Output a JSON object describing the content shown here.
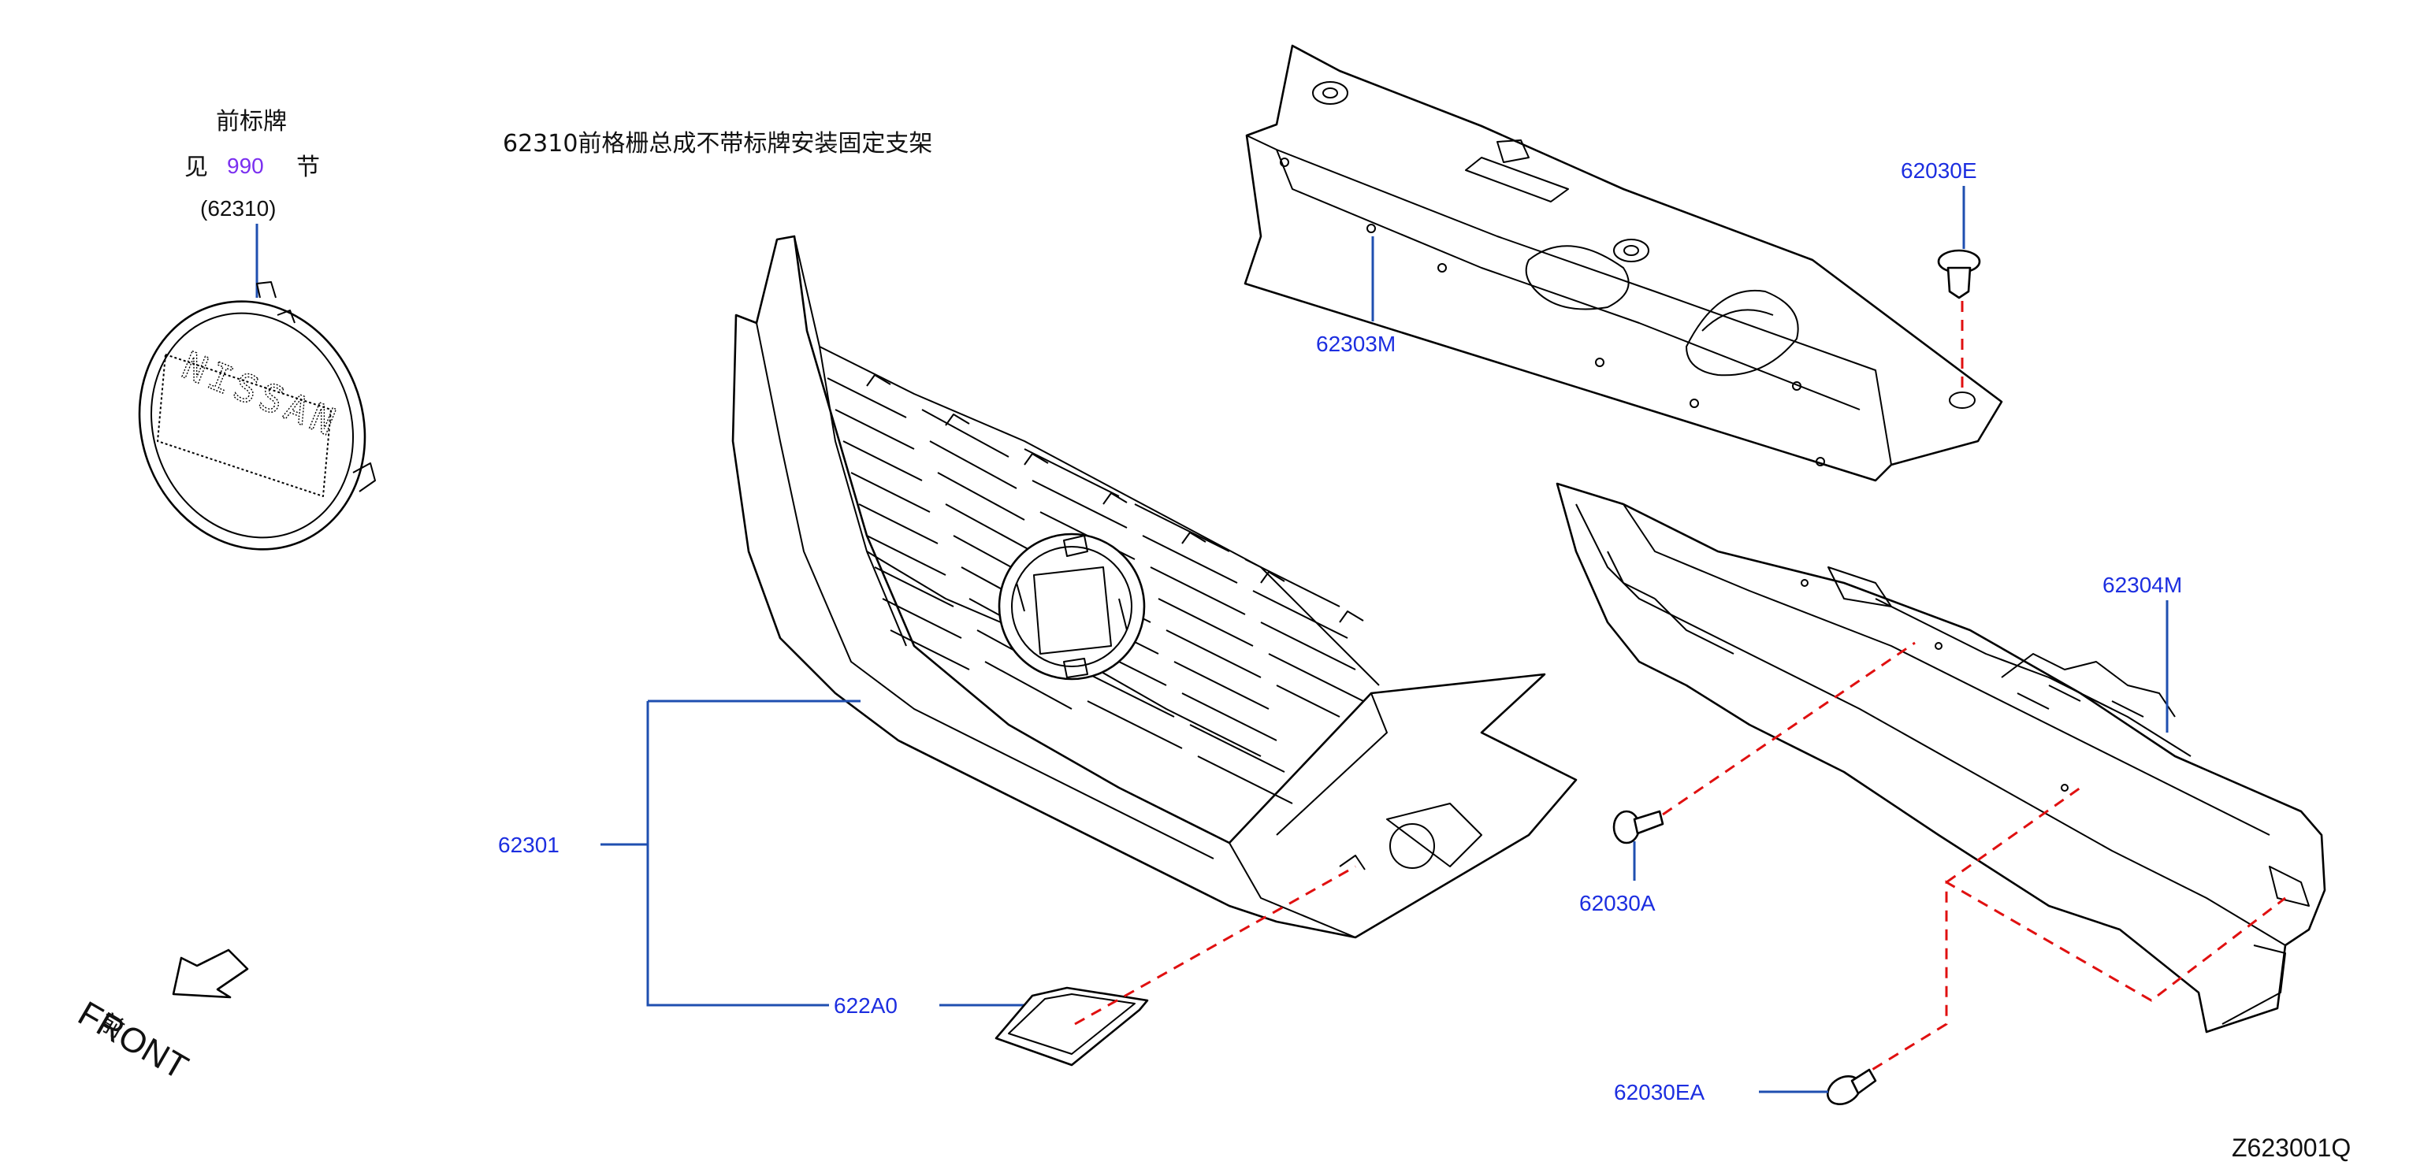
{
  "title_text": "62310前格栅总成不带标牌安装固定支架",
  "emblem_ref": {
    "name": "前标牌",
    "see_prefix": "见",
    "section_number": "990",
    "section_suffix": "节",
    "part_number": "(62310)",
    "badge_text": "NISSAN"
  },
  "callouts": {
    "p62030E": "62030E",
    "p62303M": "62303M",
    "p62304M": "62304M",
    "p62030A": "62030A",
    "p62301": "62301",
    "p622A0": "622A0",
    "p62030EA": "62030EA"
  },
  "front_indicator": {
    "chinese": "前",
    "english": "FRONT"
  },
  "diagram_code": "Z623001Q",
  "colors": {
    "callout": "#1c2ee0",
    "leader": "#1f4fb0",
    "dashed_guide": "#e01010",
    "section_link": "#7b2ff0"
  }
}
